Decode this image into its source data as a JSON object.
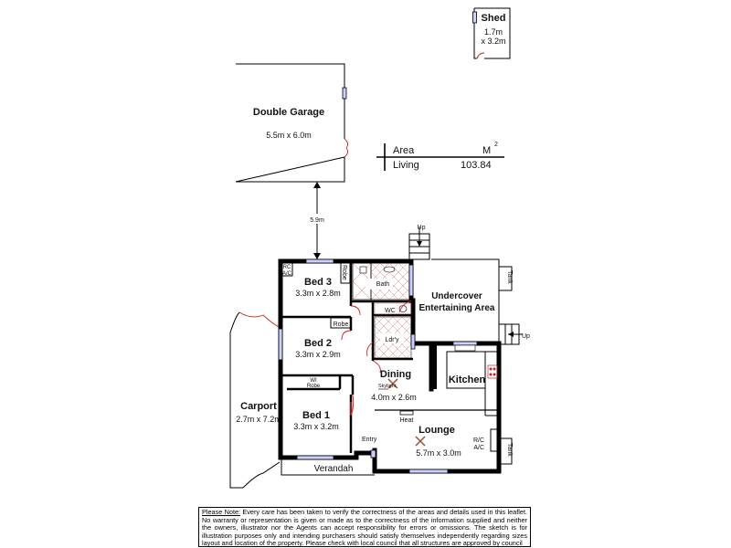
{
  "colors": {
    "wall": "#000000",
    "window": "#c9d2ff",
    "door_swing": "#cc2222"
  },
  "shed": {
    "name": "Shed",
    "dim1": "1.7m",
    "dim2": "x 3.2m"
  },
  "garage": {
    "name": "Double Garage",
    "dims": "5.5m x 6.0m"
  },
  "gap": "5.9m",
  "area_table": {
    "header_label": "Area",
    "header_unit": "M",
    "unit_sup": "2",
    "row_label": "Living",
    "row_value": "103.84"
  },
  "labels": {
    "up_top": "Up",
    "up_right": "Up",
    "tank_top": "Tank",
    "tank_bottom": "Tank",
    "rc_ac_bed3": [
      "RC",
      "A/C"
    ],
    "robe_bed3": "Robe",
    "bath": "Bath",
    "wc": "WC",
    "ldry": "Ldr'y",
    "robe_bed2": "Robe",
    "wi_robe": [
      "WI",
      "Robe"
    ],
    "skylight": "Skylight",
    "heat": "Heat",
    "entry": "Entry",
    "verandah": "Verandah",
    "rc_ac_lounge": [
      "R/C",
      "A/C"
    ]
  },
  "rooms": {
    "bed3": {
      "name": "Bed 3",
      "dims": "3.3m x 2.8m"
    },
    "bed2": {
      "name": "Bed 2",
      "dims": "3.3m x 2.9m"
    },
    "bed1": {
      "name": "Bed 1",
      "dims": "3.3m x 3.2m"
    },
    "undercover": {
      "line1": "Undercover",
      "line2": "Entertaining Area"
    },
    "dining": {
      "name": "Dining",
      "dims": "4.0m x 2.6m"
    },
    "kitchen": {
      "name": "Kitchen"
    },
    "lounge": {
      "name": "Lounge",
      "dims": "5.7m x 3.0m"
    },
    "carport": {
      "name": "Carport",
      "dims": "2.7m x 7.2m"
    }
  },
  "disclaimer": {
    "heading": "Please Note:",
    "text": " Every care has been taken to verify the correctness of the areas and details used in this leaflet. No warranty or representation is given or made as to the correctness of the information supplied and neither the owners, illustrator nor the Agents can accept responsibility for errors or omissions. The sketch is for illustration purposes only and intending purchasers should satisfy themselves independently regarding sizes layout and location of the property. Please check with local council that all structures are approved by council"
  }
}
